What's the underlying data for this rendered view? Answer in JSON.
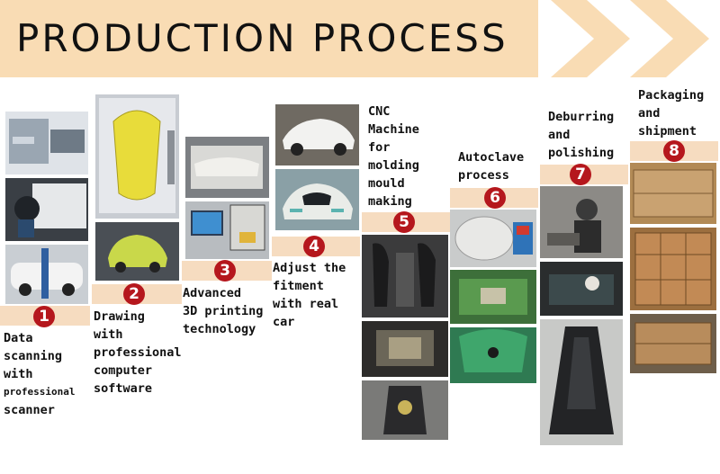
{
  "header": {
    "title": "PRODUCTION PROCESS"
  },
  "colors": {
    "banner": "#f9dcb4",
    "chevron": "#f9dcb4",
    "strip": "#f6dcc0",
    "badge": "#b5171d"
  },
  "steps": [
    {
      "number": "1",
      "lines": [
        "Data",
        "scanning",
        "with",
        "professional",
        "scanner"
      ]
    },
    {
      "number": "2",
      "lines": [
        "Drawing",
        "with",
        "professional",
        "computer",
        "software"
      ]
    },
    {
      "number": "3",
      "lines": [
        "Advanced",
        "3D printing",
        "technology"
      ]
    },
    {
      "number": "4",
      "lines": [
        "Adjust the",
        "fitment",
        "with real",
        "car"
      ]
    },
    {
      "number": "5",
      "lines": [
        "CNC",
        "Machine",
        "for",
        "molding",
        "mould",
        "making"
      ]
    },
    {
      "number": "6",
      "lines": [
        "Autoclave",
        "process"
      ]
    },
    {
      "number": "7",
      "lines": [
        "Deburring",
        "and",
        "polishing"
      ]
    },
    {
      "number": "8",
      "lines": [
        "Packaging",
        "and",
        "shipment"
      ]
    }
  ],
  "photo_scenes": [
    "car-scanning",
    "cad-model",
    "3d-printed-bumpers",
    "car-fitment",
    "cnc-mould",
    "autoclave",
    "deburring",
    "wooden-crates"
  ]
}
